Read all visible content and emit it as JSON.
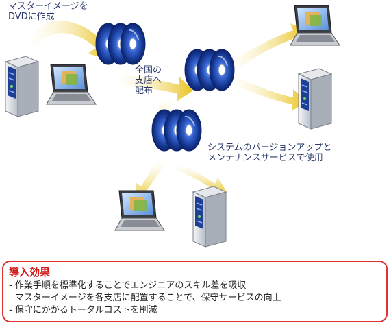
{
  "labels": {
    "master_to_dvd": [
      "マスターイメージを",
      "DVDに作成"
    ],
    "distribute": [
      "全国の",
      "支店へ",
      "配布"
    ],
    "usage": [
      "システムのバージョンアップと",
      "メンテナンスサービスで使用"
    ]
  },
  "benefits": {
    "title": "導入効果",
    "items": [
      "- 作業手順を標準化することでエンジニアのスキル差を吸収",
      "- マスターイメージを各支店に配置することで、保守サービスの向上",
      "- 保守にかかるトータルコストを削減"
    ]
  },
  "icons": {
    "source_server": "tower-server-icon",
    "source_laptop": "laptop-icon",
    "dvd_stack": "dvd-disc-icon",
    "target_laptop": "laptop-icon",
    "target_server": "tower-server-icon"
  },
  "colors": {
    "arrow": "#e6c21a",
    "disc": "#1f4fb5",
    "server": "#1f3f93",
    "benefit_border": "#dd3333",
    "benefit_title": "#d41a1a",
    "label_text": "#2b3a6b"
  }
}
